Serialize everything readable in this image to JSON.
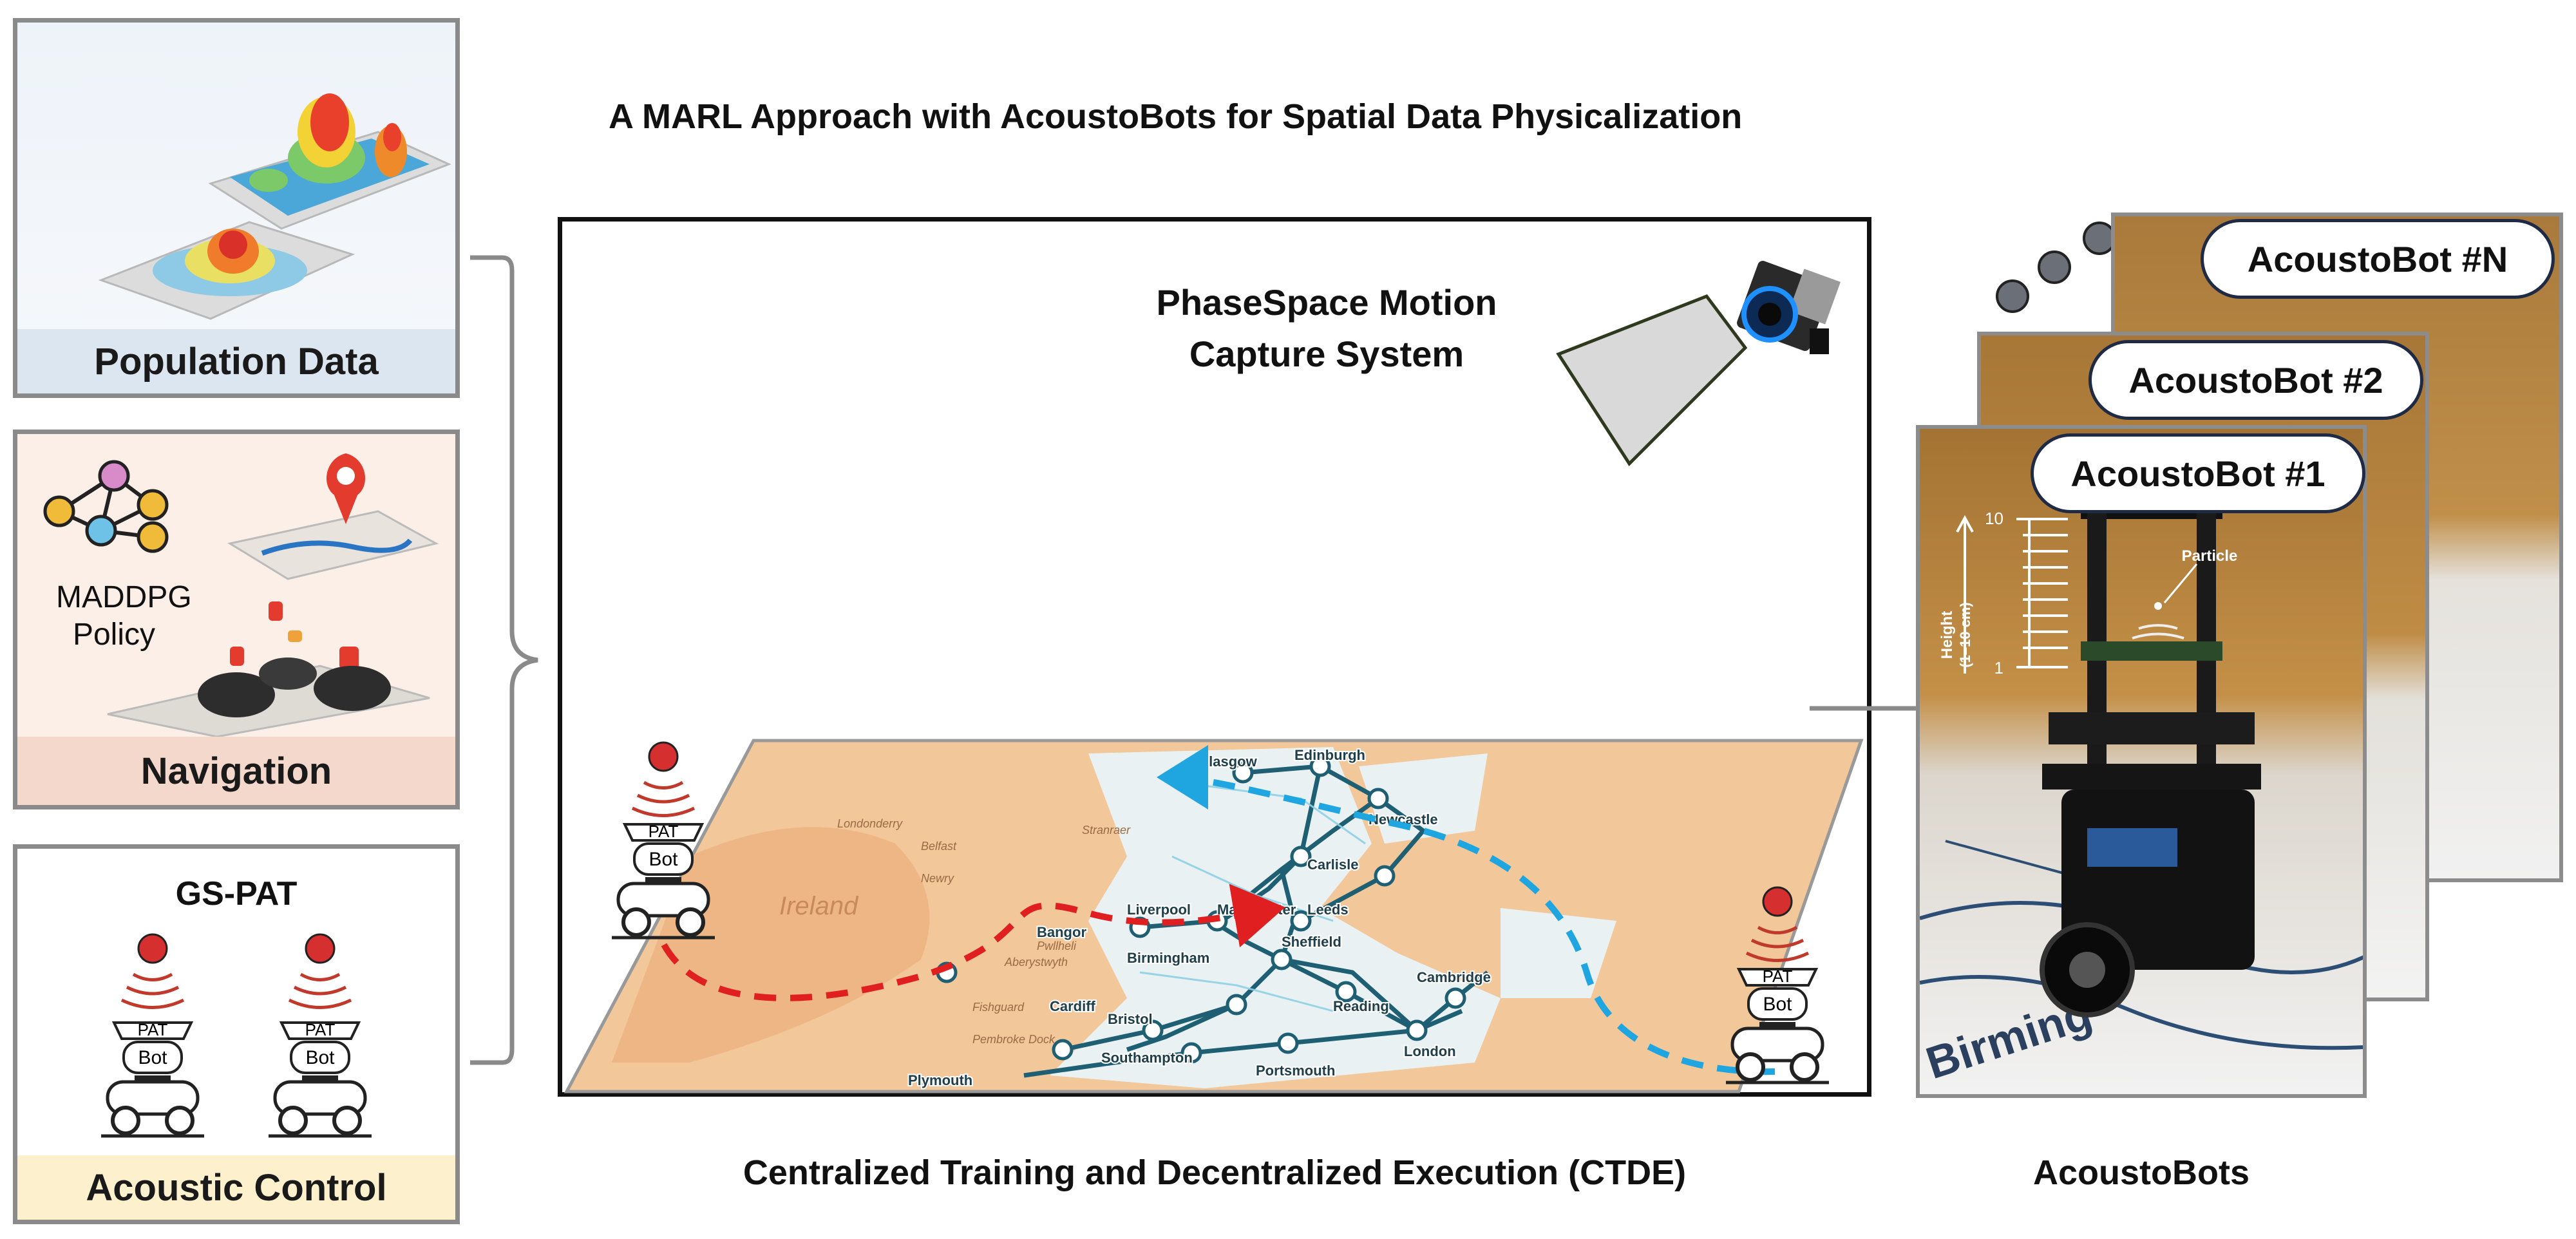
{
  "title": "A MARL Approach with AcoustoBots for Spatial Data Physicalization",
  "left_panels": {
    "population": {
      "label": "Population Data"
    },
    "navigation": {
      "label": "Navigation",
      "policy_line1": "MADDPG",
      "policy_line2": "Policy"
    },
    "acoustic": {
      "label": "Acoustic Control",
      "title": "GS-PAT"
    }
  },
  "robot": {
    "pat_label": "PAT",
    "bot_label": "Bot"
  },
  "center": {
    "mocap_line1": "PhaseSpace Motion",
    "mocap_line2": "Capture System",
    "caption": "Centralized Training and Decentralized Execution (CTDE)",
    "map_cities": [
      "Glasgow",
      "Edinburgh",
      "Newcastle",
      "Carlisle",
      "Londonderry",
      "Belfast",
      "Stranraer",
      "Newry",
      "Manchester",
      "Leeds",
      "Liverpool",
      "Sheffield",
      "Bangor",
      "Pwllheli",
      "Aberystwyth",
      "Birmingham",
      "Cambridge",
      "Fishguard",
      "Pembroke Dock",
      "Cardiff",
      "Bristol",
      "Reading",
      "London",
      "Southampton",
      "Portsmouth",
      "Plymouth",
      "Ireland"
    ]
  },
  "right": {
    "bot1": "AcoustoBot #1",
    "bot2": "AcoustoBot #2",
    "botN": "AcoustoBot #N",
    "height_label_line1": "Height",
    "height_label_line2": "(1–10 cm)",
    "tick_top": "10",
    "tick_bottom": "1",
    "particle_label": "Particle",
    "floor_text": "Birming",
    "caption": "AcoustoBots"
  },
  "colors": {
    "path_red": "#e02020",
    "path_blue": "#1fa6e0",
    "map_bg": "#f2c79a",
    "rail": "#1e5f73"
  }
}
